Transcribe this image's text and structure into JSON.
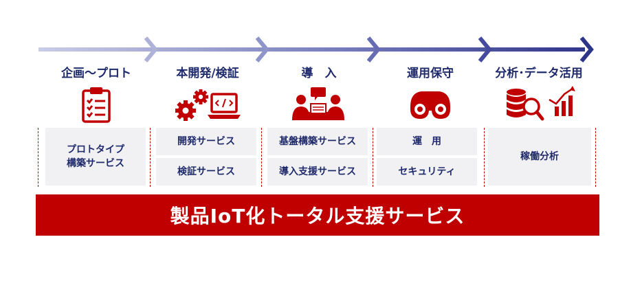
{
  "phases": [
    {
      "title": "企画～プロト",
      "icon": "clipboard-checklist-icon",
      "services": [
        "プロトタイプ\n構築サービス"
      ]
    },
    {
      "title": "本開発/検証",
      "icon": "gears-laptop-code-icon",
      "services": [
        "開発サービス",
        "検証サービス"
      ]
    },
    {
      "title": "導　入",
      "icon": "people-meeting-icon",
      "services": [
        "基盤構築サービス",
        "導入支援サービス"
      ]
    },
    {
      "title": "運用保守",
      "icon": "binoculars-icon",
      "services": [
        "運　用",
        "セキュリティ"
      ]
    },
    {
      "title": "分析･データ活用",
      "icon": "database-magnifier-chart-icon",
      "services": [
        "稼働分析"
      ]
    }
  ],
  "banner": "製品IoT化トータル支援サービス",
  "colors": {
    "accent_red": "#c00000",
    "navy": "#1f2a6b",
    "cell_bg": "#f1f1f3",
    "arrow_light": "#c4c8e4",
    "arrow_dark": "#2e3488"
  }
}
